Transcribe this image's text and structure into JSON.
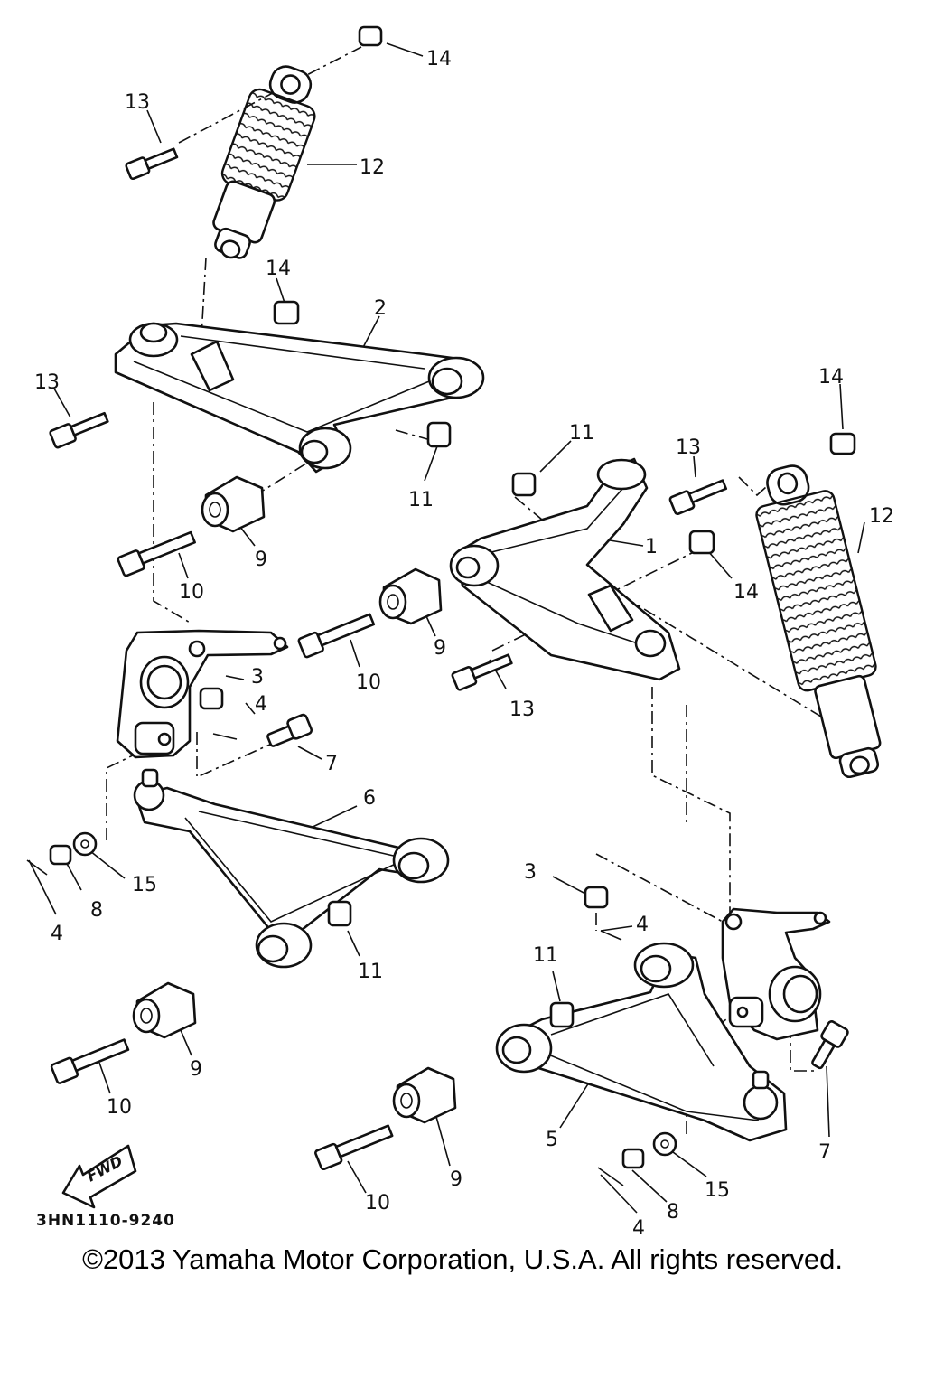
{
  "callouts": [
    {
      "id": "c14a",
      "text": "14"
    },
    {
      "id": "c13a",
      "text": "13"
    },
    {
      "id": "c12a",
      "text": "12"
    },
    {
      "id": "c14b",
      "text": "14"
    },
    {
      "id": "c2",
      "text": "2"
    },
    {
      "id": "c13b",
      "text": "13"
    },
    {
      "id": "c11a",
      "text": "11"
    },
    {
      "id": "c9a",
      "text": "9"
    },
    {
      "id": "c10a",
      "text": "10"
    },
    {
      "id": "c11b",
      "text": "11"
    },
    {
      "id": "c13c",
      "text": "13"
    },
    {
      "id": "c14c",
      "text": "14"
    },
    {
      "id": "c12b",
      "text": "12"
    },
    {
      "id": "c1",
      "text": "1"
    },
    {
      "id": "c14d",
      "text": "14"
    },
    {
      "id": "c9b",
      "text": "9"
    },
    {
      "id": "c10b",
      "text": "10"
    },
    {
      "id": "c3a",
      "text": "3"
    },
    {
      "id": "c4a",
      "text": "4"
    },
    {
      "id": "c7a",
      "text": "7"
    },
    {
      "id": "c13d",
      "text": "13"
    },
    {
      "id": "c6",
      "text": "6"
    },
    {
      "id": "c15a",
      "text": "15"
    },
    {
      "id": "c8a",
      "text": "8"
    },
    {
      "id": "c4b",
      "text": "4"
    },
    {
      "id": "c11c",
      "text": "11"
    },
    {
      "id": "c9c",
      "text": "9"
    },
    {
      "id": "c10c",
      "text": "10"
    },
    {
      "id": "c3b",
      "text": "3"
    },
    {
      "id": "c4c",
      "text": "4"
    },
    {
      "id": "c11d",
      "text": "11"
    },
    {
      "id": "c5",
      "text": "5"
    },
    {
      "id": "c7b",
      "text": "7"
    },
    {
      "id": "c9d",
      "text": "9"
    },
    {
      "id": "c15b",
      "text": "15"
    },
    {
      "id": "c8b",
      "text": "8"
    },
    {
      "id": "c10d",
      "text": "10"
    },
    {
      "id": "c4d",
      "text": "4"
    }
  ],
  "fwd_label": "FWD",
  "diagram_code": "3HN1110-9240",
  "copyright": "©2013 Yamaha Motor Corporation, U.S.A. All rights reserved."
}
